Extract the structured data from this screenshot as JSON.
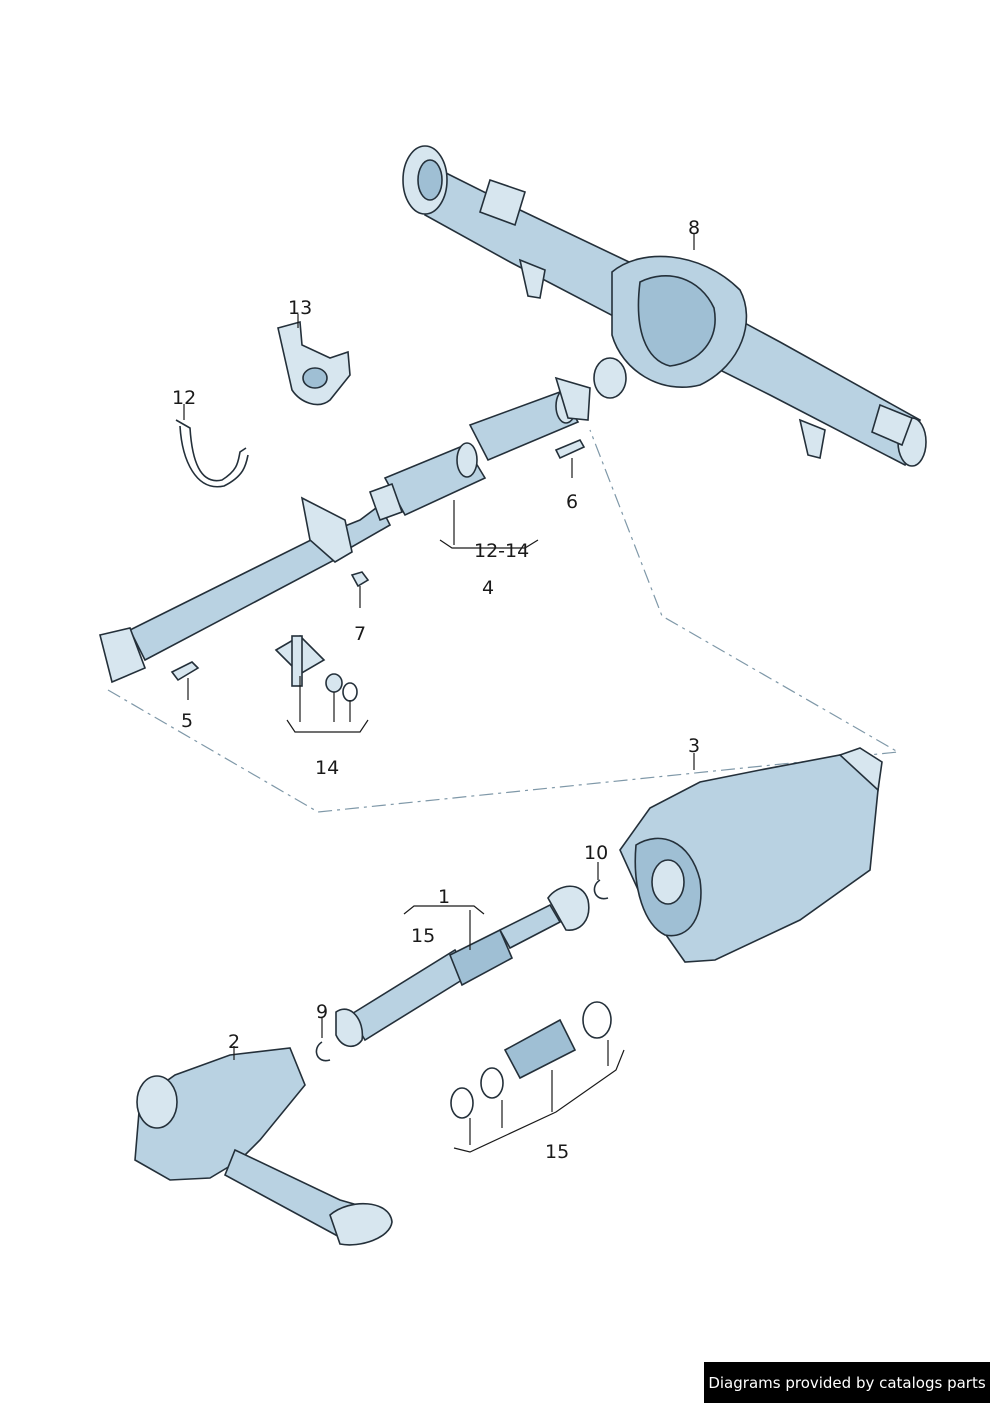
{
  "labels": {
    "l1": "1",
    "l2": "2",
    "l3": "3",
    "l4": "4",
    "l5": "5",
    "l6": "6",
    "l7": "7",
    "l8": "8",
    "l9": "9",
    "l10": "10",
    "l12": "12",
    "l13": "13",
    "l12_14": "12-14",
    "l14": "14",
    "l15_upper": "15",
    "l15_lower": "15"
  },
  "credit": "Diagrams provided by catalogs parts",
  "colors": {
    "part_fill": "#b9d2e2",
    "part_outline": "#24303a",
    "dash_line": "#7f98a8"
  }
}
